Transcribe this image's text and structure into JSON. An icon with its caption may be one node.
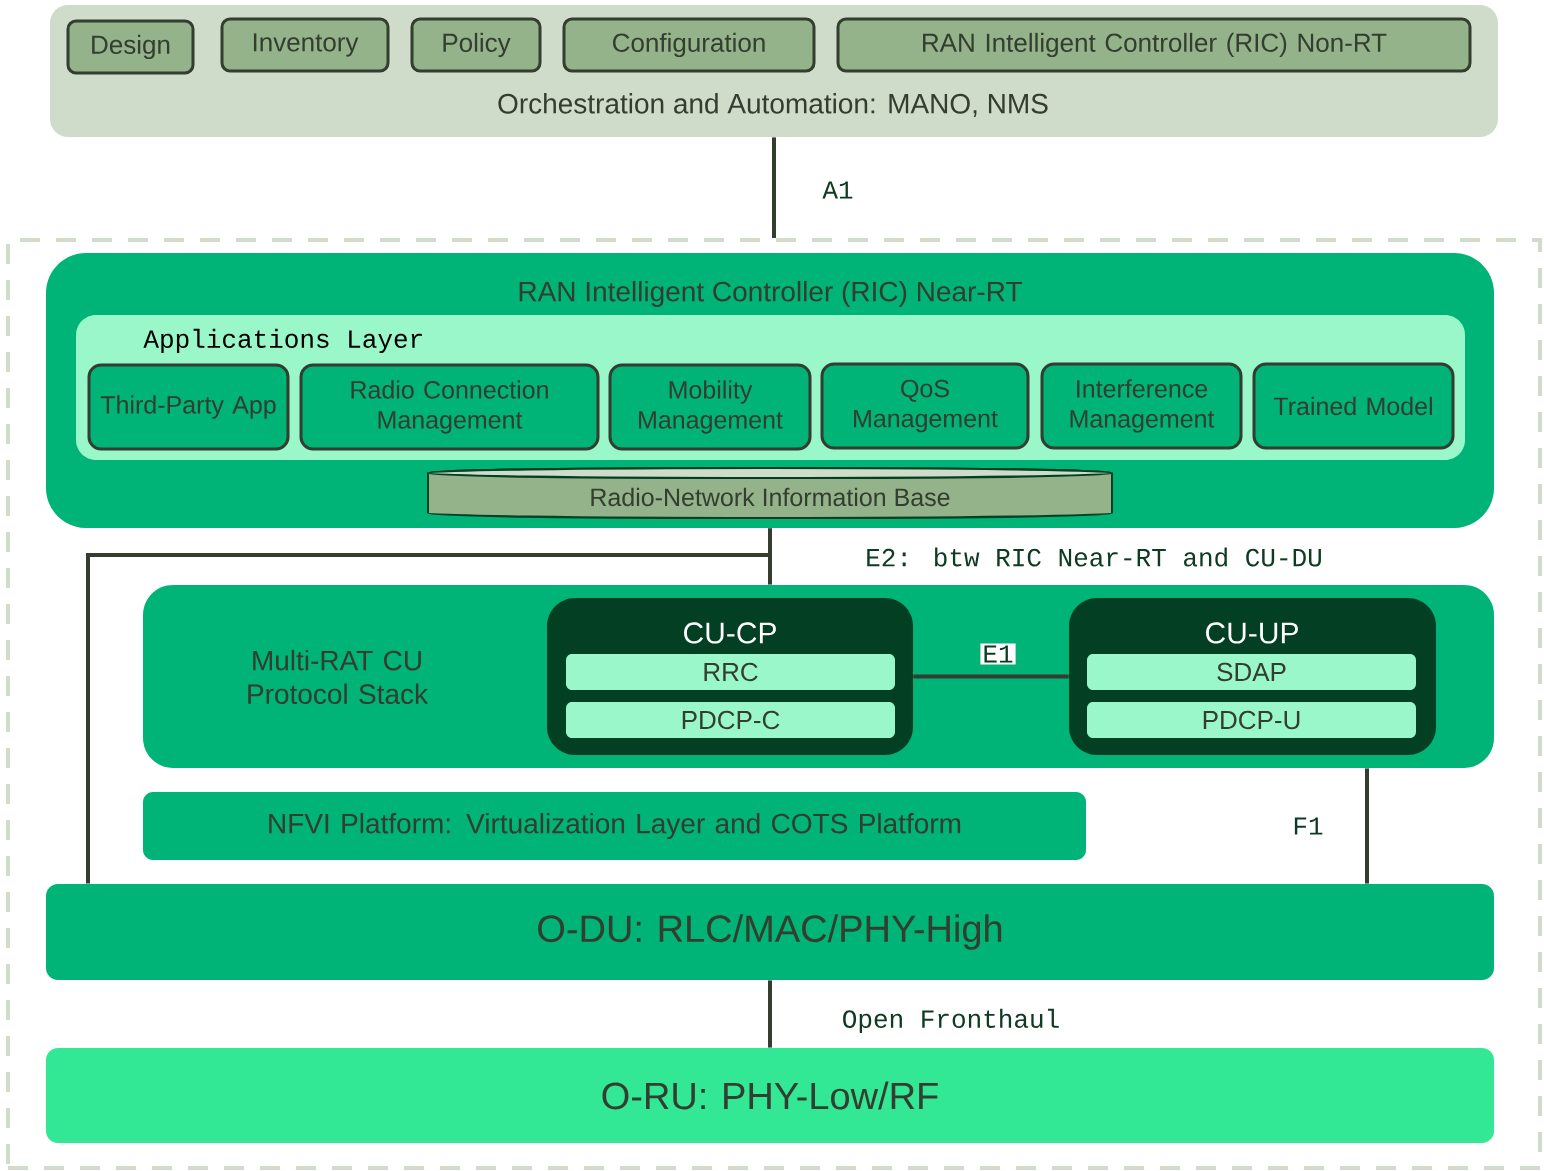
{
  "diagram": {
    "nodes": [
      {
        "text": [
          "Orchestration and Automation: MANO, NMS"
        ]
      },
      {
        "text": [
          "Design"
        ],
        "in": 0
      },
      {
        "text": [
          "Inventory"
        ],
        "in": 0
      },
      {
        "text": [
          "Policy"
        ],
        "in": 0
      },
      {
        "text": [
          "Configuration"
        ],
        "in": 0
      },
      {
        "text": [
          "RAN Intelligent Controller (RIC) Non-RT"
        ],
        "in": 0
      },
      {
        "text": [],
        "shape": "box"
      },
      {
        "text": [
          "RAN Intelligent Controller (RIC) Near-RT"
        ],
        "in": 6
      },
      {
        "text": [
          "Applications Layer"
        ],
        "in": 7
      },
      {
        "text": [
          "Third-Party App"
        ],
        "in": 8
      },
      {
        "text": [
          "Radio Connection Management"
        ],
        "in": 8
      },
      {
        "text": [
          "Mobility Management"
        ],
        "in": 8
      },
      {
        "text": [
          "QoS Management"
        ],
        "in": 8
      },
      {
        "text": [
          "Interference Management"
        ],
        "in": 8
      },
      {
        "text": [
          "Trained Model"
        ],
        "in": 8
      },
      {
        "text": [
          "Radio-Network Information Base"
        ],
        "in": 7
      },
      {
        "text": [
          "Multi-RAT CU Protocol Stack"
        ],
        "in": 6
      },
      {
        "text": [
          "CU-CP"
        ],
        "in": 16
      },
      {
        "text": [
          "RRC"
        ],
        "in": 17
      },
      {
        "text": [
          "PDCP-C"
        ],
        "in": 17
      },
      {
        "text": [
          "CU-UP"
        ],
        "in": 16
      },
      {
        "text": [
          "SDAP"
        ],
        "in": 20
      },
      {
        "text": [
          "PDCP-U"
        ],
        "in": 20
      },
      {
        "text": [
          "NFVI Platform: Virtualization Layer and COTS Platform"
        ],
        "in": 6
      },
      {
        "text": [
          "O-DU: RLC/MAC/PHY-High"
        ],
        "in": 6
      },
      {
        "text": [
          "O-RU: PHY-Low/RF"
        ],
        "in": 6
      }
    ],
    "edges": [
      {
        "from": 0,
        "to": 6,
        "arrow": "none",
        "label": "A1"
      },
      {
        "from": 7,
        "to": 16,
        "arrow": "none",
        "label": "E2: btw RIC Near-RT and CU-DU"
      },
      {
        "from": 7,
        "to": 24,
        "arrow": "none"
      },
      {
        "from": 17,
        "to": 20,
        "arrow": "none",
        "label": "E1"
      },
      {
        "from": 16,
        "to": 24,
        "arrow": "none",
        "label": "F1"
      },
      {
        "from": 24,
        "to": 25,
        "arrow": "none",
        "label": "Open Fronthaul"
      }
    ]
  }
}
